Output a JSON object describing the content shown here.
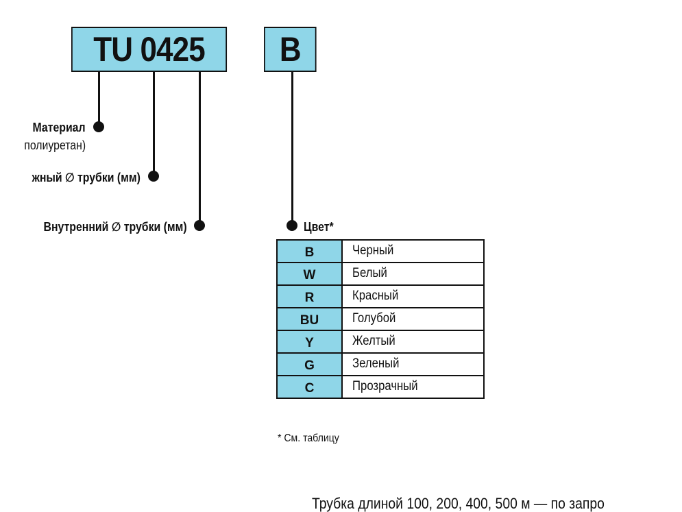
{
  "codes": {
    "main": "TU 0425",
    "color": "B"
  },
  "labels": {
    "material": "Материал",
    "material_value": "полиуретан)",
    "outer_diameter": "жный ∅ трубки (мм)",
    "inner_diameter": "Внутренний ∅ трубки (мм)",
    "color": "Цвет*"
  },
  "color_table": [
    {
      "code": "B",
      "name": "Черный"
    },
    {
      "code": "W",
      "name": "Белый"
    },
    {
      "code": "R",
      "name": "Красный"
    },
    {
      "code": "BU",
      "name": "Голубой"
    },
    {
      "code": "Y",
      "name": "Желтый"
    },
    {
      "code": "G",
      "name": "Зеленый"
    },
    {
      "code": "C",
      "name": "Прозрачный"
    }
  ],
  "footnote": "* См. таблицу",
  "bottom_note": "Трубка длиной 100, 200, 400, 500 м — по запро",
  "colors": {
    "box_fill": "#8fd6e8",
    "line": "#111111"
  }
}
